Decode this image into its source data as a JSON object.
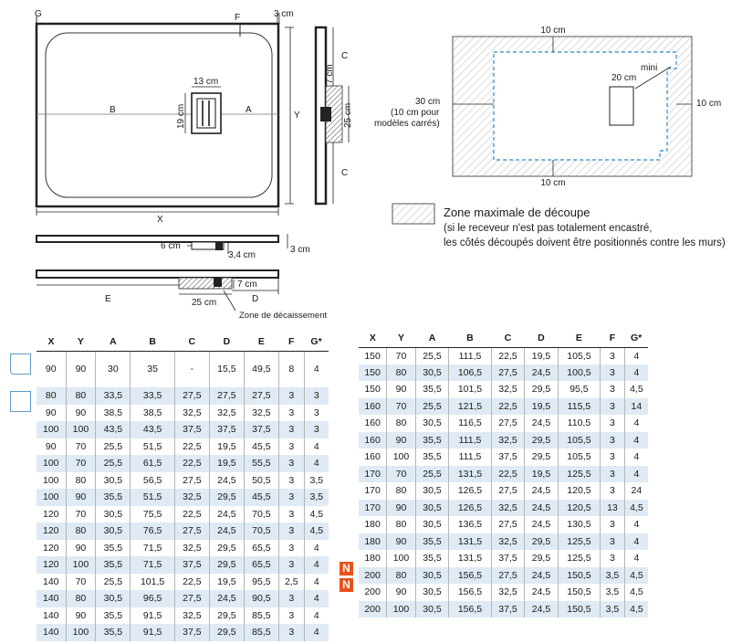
{
  "top_view": {
    "G": "G",
    "F": "F",
    "gap": "3 cm",
    "B": "B",
    "A": "A",
    "X": "X",
    "Y": "Y",
    "drain_w": "13 cm",
    "drain_h": "19 cm"
  },
  "side_view": {
    "C_top": "C",
    "C_bottom": "C",
    "d7": "7 cm",
    "d25": "25 cm"
  },
  "profile1": {
    "d6": "6 cm",
    "d34": "3,4 cm",
    "d3": "3 cm"
  },
  "profile2": {
    "d7": "7 cm",
    "E": "E",
    "D": "D",
    "d25": "25 cm",
    "zone": "Zone de décaissement"
  },
  "cut_plan": {
    "top": "10 cm",
    "bottom": "10 cm",
    "right": "10 cm",
    "left": "30 cm",
    "left_note1": "(10 cm pour",
    "left_note2": "modèles carrés)",
    "mini": "mini",
    "mini_val": "20 cm"
  },
  "legend": {
    "title": "Zone maximale de découpe",
    "line1": "(si le receveur n'est pas totalement encastré,",
    "line2": "les côtés découpés doivent être positionnés contre les murs)"
  },
  "table_headers": [
    "X",
    "Y",
    "A",
    "B",
    "C",
    "D",
    "E",
    "F",
    "G*"
  ],
  "badge": "N",
  "left_rows": [
    {
      "c": [
        "90",
        "90",
        "30",
        "35",
        "-",
        "15,5",
        "49,5",
        "8",
        "4"
      ],
      "hl": false
    },
    {
      "c": [
        "80",
        "80",
        "33,5",
        "33,5",
        "27,5",
        "27,5",
        "27,5",
        "3",
        "3"
      ],
      "hl": true
    },
    {
      "c": [
        "90",
        "90",
        "38,5",
        "38,5",
        "32,5",
        "32,5",
        "32,5",
        "3",
        "3"
      ],
      "hl": false
    },
    {
      "c": [
        "100",
        "100",
        "43,5",
        "43,5",
        "37,5",
        "37,5",
        "37,5",
        "3",
        "3"
      ],
      "hl": true
    },
    {
      "c": [
        "90",
        "70",
        "25,5",
        "51,5",
        "22,5",
        "19,5",
        "45,5",
        "3",
        "4"
      ],
      "hl": false
    },
    {
      "c": [
        "100",
        "70",
        "25,5",
        "61,5",
        "22,5",
        "19,5",
        "55,5",
        "3",
        "4"
      ],
      "hl": true
    },
    {
      "c": [
        "100",
        "80",
        "30,5",
        "56,5",
        "27,5",
        "24,5",
        "50,5",
        "3",
        "3,5"
      ],
      "hl": false
    },
    {
      "c": [
        "100",
        "90",
        "35,5",
        "51,5",
        "32,5",
        "29,5",
        "45,5",
        "3",
        "3,5"
      ],
      "hl": true
    },
    {
      "c": [
        "120",
        "70",
        "30,5",
        "75,5",
        "22,5",
        "24,5",
        "70,5",
        "3",
        "4,5"
      ],
      "hl": false
    },
    {
      "c": [
        "120",
        "80",
        "30,5",
        "76,5",
        "27,5",
        "24,5",
        "70,5",
        "3",
        "4,5"
      ],
      "hl": true
    },
    {
      "c": [
        "120",
        "90",
        "35,5",
        "71,5",
        "32,5",
        "29,5",
        "65,5",
        "3",
        "4"
      ],
      "hl": false
    },
    {
      "c": [
        "120",
        "100",
        "35,5",
        "71,5",
        "37,5",
        "29,5",
        "65,5",
        "3",
        "4"
      ],
      "hl": true
    },
    {
      "c": [
        "140",
        "70",
        "25,5",
        "101,5",
        "22,5",
        "19,5",
        "95,5",
        "2,5",
        "4"
      ],
      "hl": false
    },
    {
      "c": [
        "140",
        "80",
        "30,5",
        "96,5",
        "27,5",
        "24,5",
        "90,5",
        "3",
        "4"
      ],
      "hl": true
    },
    {
      "c": [
        "140",
        "90",
        "35,5",
        "91,5",
        "32,5",
        "29,5",
        "85,5",
        "3",
        "4"
      ],
      "hl": false
    },
    {
      "c": [
        "140",
        "100",
        "35,5",
        "91,5",
        "37,5",
        "29,5",
        "85,5",
        "3",
        "4"
      ],
      "hl": true
    }
  ],
  "right_rows": [
    {
      "c": [
        "150",
        "70",
        "25,5",
        "111,5",
        "22,5",
        "19,5",
        "105,5",
        "3",
        "4"
      ],
      "hl": false
    },
    {
      "c": [
        "150",
        "80",
        "30,5",
        "106,5",
        "27,5",
        "24,5",
        "100,5",
        "3",
        "4"
      ],
      "hl": true
    },
    {
      "c": [
        "150",
        "90",
        "35,5",
        "101,5",
        "32,5",
        "29,5",
        "95,5",
        "3",
        "4,5"
      ],
      "hl": false
    },
    {
      "c": [
        "160",
        "70",
        "25,5",
        "121,5",
        "22,5",
        "19,5",
        "115,5",
        "3",
        "14"
      ],
      "hl": true
    },
    {
      "c": [
        "160",
        "80",
        "30,5",
        "116,5",
        "27,5",
        "24,5",
        "110,5",
        "3",
        "4"
      ],
      "hl": false
    },
    {
      "c": [
        "160",
        "90",
        "35,5",
        "111,5",
        "32,5",
        "29,5",
        "105,5",
        "3",
        "4"
      ],
      "hl": true
    },
    {
      "c": [
        "160",
        "100",
        "35,5",
        "111,5",
        "37,5",
        "29,5",
        "105,5",
        "3",
        "4"
      ],
      "hl": false
    },
    {
      "c": [
        "170",
        "70",
        "25,5",
        "131,5",
        "22,5",
        "19,5",
        "125,5",
        "3",
        "4"
      ],
      "hl": true
    },
    {
      "c": [
        "170",
        "80",
        "30,5",
        "126,5",
        "27,5",
        "24,5",
        "120,5",
        "3",
        "24"
      ],
      "hl": false
    },
    {
      "c": [
        "170",
        "90",
        "30,5",
        "126,5",
        "32,5",
        "24,5",
        "120,5",
        "13",
        "4,5"
      ],
      "hl": true
    },
    {
      "c": [
        "180",
        "80",
        "30,5",
        "136,5",
        "27,5",
        "24,5",
        "130,5",
        "3",
        "4"
      ],
      "hl": false
    },
    {
      "c": [
        "180",
        "90",
        "35,5",
        "131,5",
        "32,5",
        "29,5",
        "125,5",
        "3",
        "4"
      ],
      "hl": true
    },
    {
      "c": [
        "180",
        "100",
        "35,5",
        "131,5",
        "37,5",
        "29,5",
        "125,5",
        "3",
        "4"
      ],
      "hl": false
    },
    {
      "c": [
        "200",
        "80",
        "30,5",
        "156,5",
        "27,5",
        "24,5",
        "150,5",
        "3,5",
        "4,5"
      ],
      "hl": true
    },
    {
      "c": [
        "200",
        "90",
        "30,5",
        "156,5",
        "32,5",
        "24,5",
        "150,5",
        "3,5",
        "4,5"
      ],
      "hl": false
    },
    {
      "c": [
        "200",
        "100",
        "30,5",
        "156,5",
        "37,5",
        "24,5",
        "150,5",
        "3,5",
        "4,5"
      ],
      "hl": true
    }
  ]
}
